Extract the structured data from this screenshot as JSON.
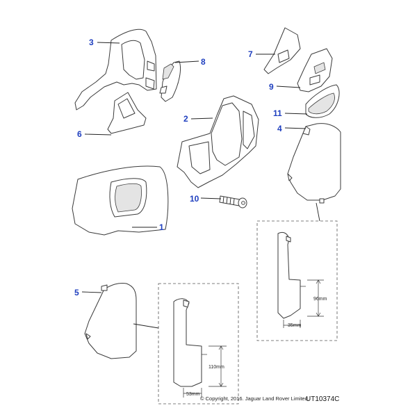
{
  "callouts": {
    "c1": "1",
    "c2": "2",
    "c3": "3",
    "c4": "4",
    "c5": "5",
    "c6": "6",
    "c7": "7",
    "c8": "8",
    "c9": "9",
    "c10": "10",
    "c11": "11"
  },
  "dimensions": {
    "detail_upper_height": "96mm",
    "detail_upper_width": "35mm",
    "detail_lower_height": "110mm",
    "detail_lower_width": "53mm"
  },
  "footer": {
    "copyright": "© Copyright, 2016. Jaguar Land Rover Limited.",
    "ref_code": "UT10374C"
  },
  "colors": {
    "callout": "#1f3fbf",
    "line": "#3a3a3a"
  }
}
